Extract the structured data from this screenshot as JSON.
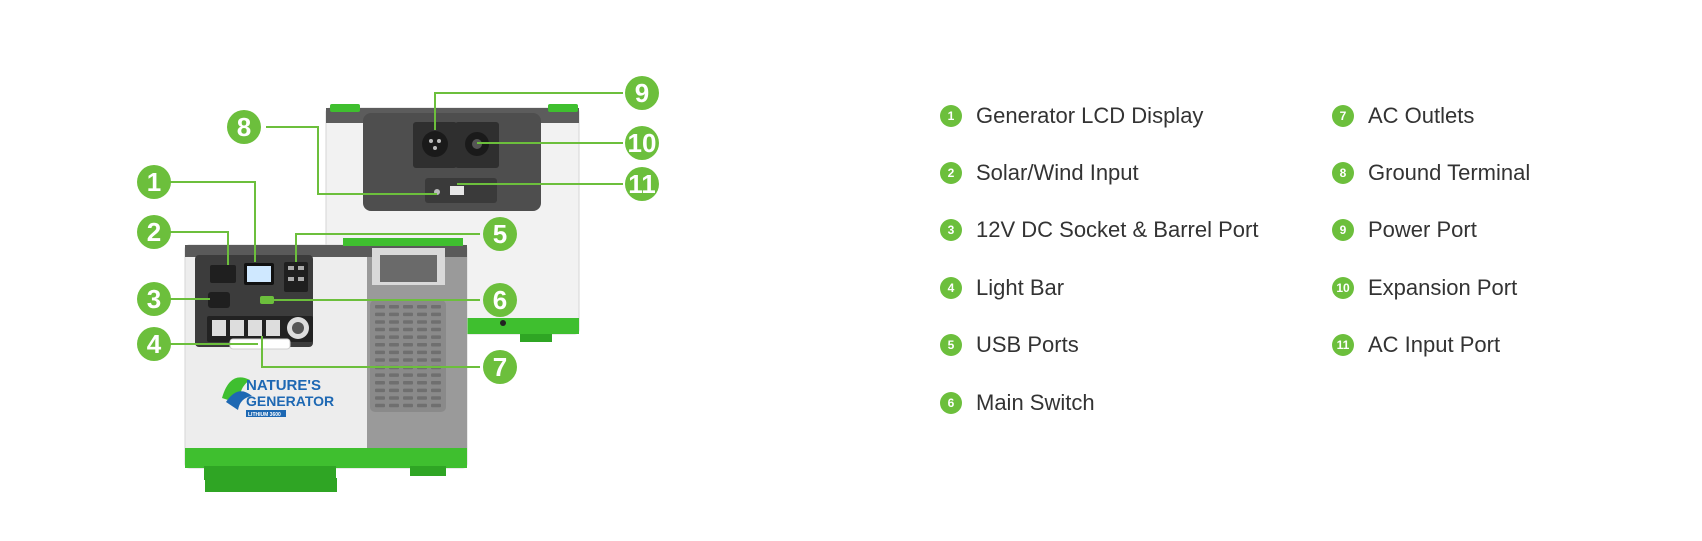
{
  "colors": {
    "accent": "#6cbf3c",
    "accent_dark": "#2fb52b",
    "panel": "#4a4a4a",
    "body": "#e9e9e9",
    "text": "#333333"
  },
  "product": {
    "brand_line1": "NATURE'S",
    "brand_line2": "GENERATOR",
    "brand_tag": "LITHIUM 3600"
  },
  "callouts": [
    {
      "number": "1",
      "label": "Generator LCD Display"
    },
    {
      "number": "2",
      "label": "Solar/Wind Input"
    },
    {
      "number": "3",
      "label": "12V DC Socket & Barrel Port"
    },
    {
      "number": "4",
      "label": "Light Bar"
    },
    {
      "number": "5",
      "label": "USB Ports"
    },
    {
      "number": "6",
      "label": "Main Switch"
    },
    {
      "number": "7",
      "label": "AC Outlets"
    },
    {
      "number": "8",
      "label": "Ground Terminal"
    },
    {
      "number": "9",
      "label": "Power Port"
    },
    {
      "number": "10",
      "label": "Expansion Port"
    },
    {
      "number": "11",
      "label": "AC Input Port"
    }
  ]
}
